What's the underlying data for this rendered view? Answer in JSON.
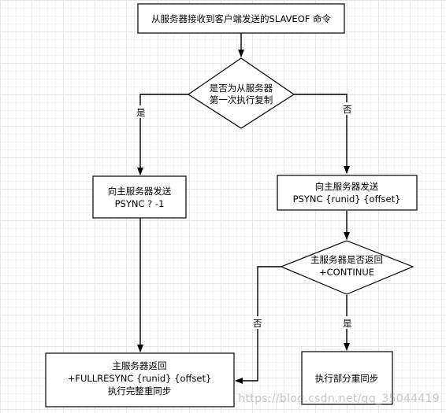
{
  "nodes": {
    "start": {
      "text": "从服务器接收到客户端发送的SLAVEOF 命令"
    },
    "decision_first": {
      "line1": "是否为从服务器",
      "line2": "第一次执行复制"
    },
    "psync_full": {
      "line1": "向主服务器发送",
      "line2": "PSYNC ? -1"
    },
    "psync_partial": {
      "line1": "向主服务器发送",
      "line2": "PSYNC {runid} {offset}"
    },
    "decision_continue": {
      "line1": "主服务器是否返回",
      "line2": "+CONTINUE"
    },
    "fullresync": {
      "line1": "主服务器返回",
      "line2": "+FULLRESYNC {runid} {offset}",
      "line3": "执行完整重同步"
    },
    "partial_sync": {
      "text": "执行部分重同步"
    }
  },
  "edges": {
    "yes_first": "是",
    "no_first": "否",
    "no_continue": "否",
    "yes_continue": "是"
  },
  "watermark": "https://blog.csdn.net/qq_35044419"
}
